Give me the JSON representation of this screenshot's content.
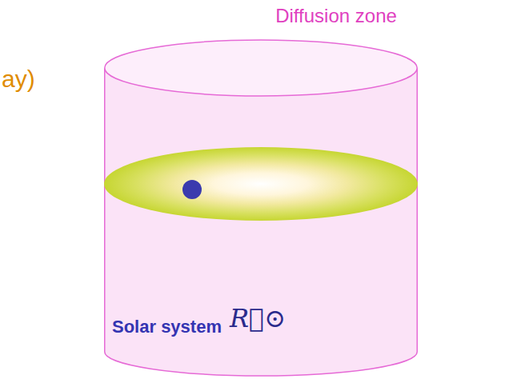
{
  "diagram": {
    "nodes": [
      {
        "text": [
          "Diffusion zone"
        ]
      }
    ],
    "labels": [
      "ay)",
      "Solar system",
      "R⃗⊙"
    ]
  }
}
